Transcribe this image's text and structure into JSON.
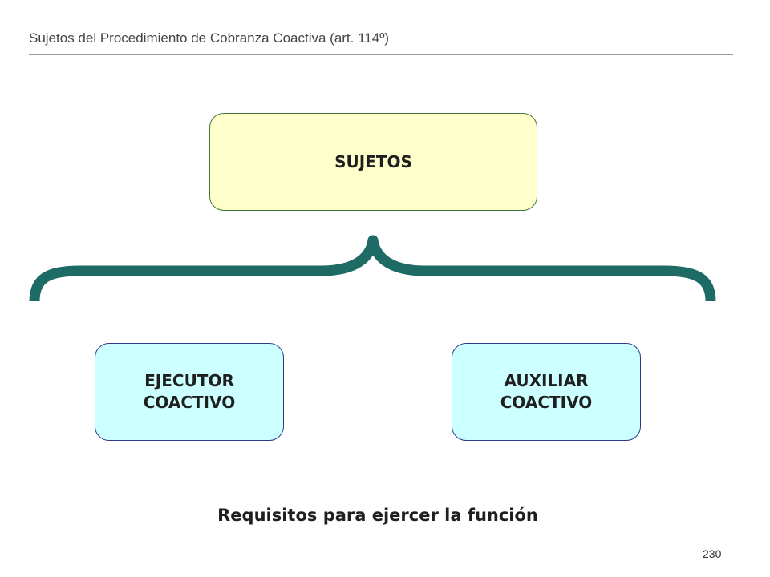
{
  "header": {
    "title": "Sujetos del Procedimiento de Cobranza Coactiva (art. 114º)"
  },
  "diagram": {
    "root": {
      "label": "SUJETOS"
    },
    "children": [
      {
        "line1": "EJECUTOR",
        "line2": "COACTIVO"
      },
      {
        "line1": "AUXILIAR",
        "line2": "COACTIVO"
      }
    ],
    "brace_color": "#1e6b66"
  },
  "footer": {
    "caption": "Requisitos para ejercer la función",
    "page_number": "230"
  }
}
